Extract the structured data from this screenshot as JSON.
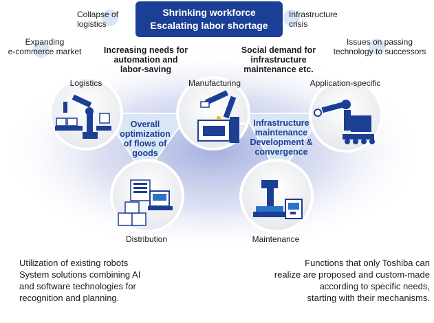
{
  "header": {
    "line1": "Shrinking workforce",
    "line2": "Escalating labor shortage"
  },
  "background_factors": {
    "collapse_of_logistics": [
      "Collapse of",
      "logistics"
    ],
    "infrastructure_crisis": [
      "Infrastructure",
      "crisis"
    ],
    "expanding_ecommerce": [
      "Expanding",
      "e-commerce market"
    ],
    "issues_passing_technology": [
      "Issues on passing",
      "technology to successors"
    ]
  },
  "needs": {
    "left": [
      "Increasing needs for",
      "automation and",
      "labor-saving"
    ],
    "right": [
      "Social demand for",
      "infrastructure",
      "maintenance etc."
    ]
  },
  "nodes": {
    "logistics": "Logistics",
    "manufacturing": "Manufacturing",
    "application_specific": "Application-specific",
    "distribution": "Distribution",
    "maintenance": "Maintenance"
  },
  "center_labels": {
    "left": [
      "Overall",
      "optimization",
      "of flows of",
      "goods"
    ],
    "right": [
      "Infrastructure",
      "maintenance",
      "Development &",
      "convergence"
    ]
  },
  "bottom": {
    "left": [
      "Utilization of existing robots",
      "System solutions combining AI",
      "and software technologies for",
      "recognition and planning."
    ],
    "right": [
      "Functions that only Toshiba can",
      "realize are proposed and custom-made",
      "according to specific needs,",
      "starting with their mechanisms."
    ]
  },
  "colors": {
    "navy": "#1b3f95",
    "light_blue": "#cfe0f4",
    "circle_fill": "#f0f1f3",
    "panel_fill": "#d9e6f6"
  }
}
